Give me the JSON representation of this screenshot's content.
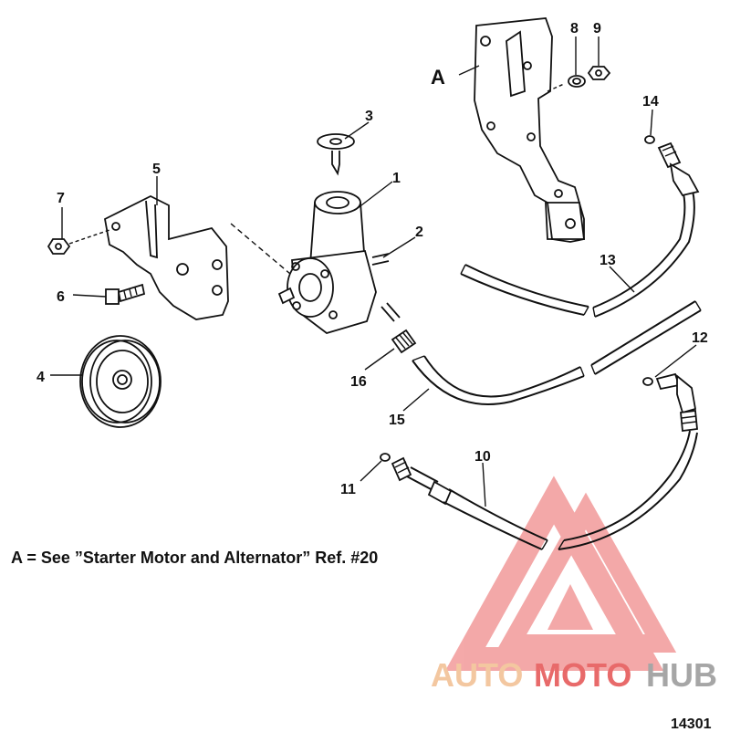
{
  "diagram": {
    "callouts": [
      {
        "id": "1",
        "label": "1"
      },
      {
        "id": "2",
        "label": "2"
      },
      {
        "id": "3",
        "label": "3"
      },
      {
        "id": "4",
        "label": "4"
      },
      {
        "id": "5",
        "label": "5"
      },
      {
        "id": "6",
        "label": "6"
      },
      {
        "id": "7",
        "label": "7"
      },
      {
        "id": "8",
        "label": "8"
      },
      {
        "id": "9",
        "label": "9"
      },
      {
        "id": "10",
        "label": "10"
      },
      {
        "id": "11",
        "label": "11"
      },
      {
        "id": "12",
        "label": "12"
      },
      {
        "id": "13",
        "label": "13"
      },
      {
        "id": "14",
        "label": "14"
      },
      {
        "id": "15",
        "label": "15"
      },
      {
        "id": "16",
        "label": "16"
      }
    ],
    "ref_letter": "A",
    "note": "A = See ”Starter Motor and Alternator” Ref. #20",
    "figure_number": "14301"
  },
  "watermark": {
    "text_part1": "AUTO",
    "text_part2": "MOTO",
    "text_part3": "HUB",
    "color_light": "#f3c7a0",
    "color_red": "#e86a6a",
    "color_gray": "#a6a6a6",
    "logo_color": "#f08c8c"
  }
}
